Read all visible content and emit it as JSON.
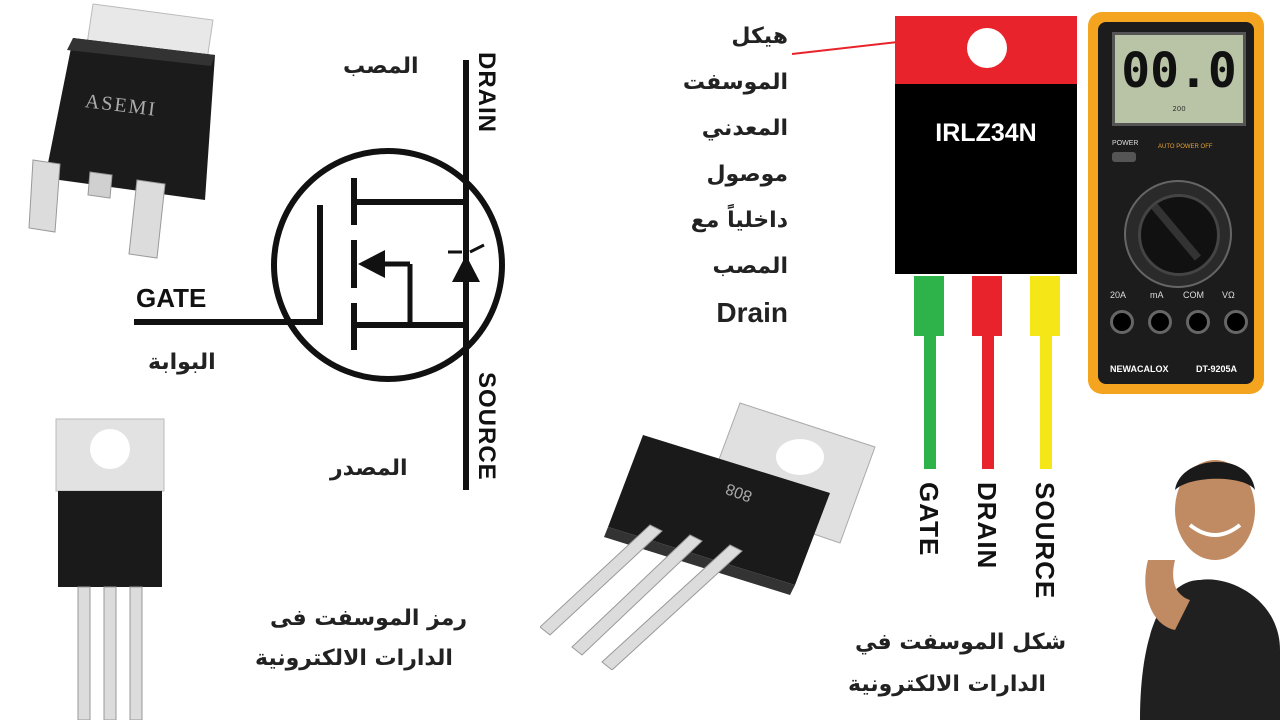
{
  "smd_part": {
    "marking": "ASEMI"
  },
  "symbol": {
    "drain_label": "DRAIN",
    "source_label": "SOURCE",
    "gate_label": "GATE",
    "drain_ar": "المصب",
    "source_ar": "المصدر",
    "gate_ar": "البوابة"
  },
  "caption_symbol": {
    "line1": "رمز الموسفت فى",
    "line2": "الدارات الالكترونية"
  },
  "to220_part": {
    "marking": "808"
  },
  "note_heatsink": {
    "lines": [
      "هيكل",
      "الموسفت",
      "المعدني",
      "موصول",
      "داخلياً مع",
      "المصب",
      "Drain"
    ]
  },
  "irlz": {
    "part_number": "IRLZ34N",
    "pins": [
      {
        "label": "GATE",
        "color": "#2db34a"
      },
      {
        "label": "DRAIN",
        "color": "#e8232b"
      },
      {
        "label": "SOURCE",
        "color": "#f5e618"
      }
    ]
  },
  "caption_shape": {
    "line1": "شكل الموسفت في",
    "line2": "الدارات الالكترونية"
  },
  "multimeter": {
    "display": "00.0",
    "display_sub": "200",
    "power": "POWER",
    "auto_off": "AUTO POWER OFF",
    "ports": [
      "20A",
      "mA",
      "COM",
      "VΩ"
    ],
    "brand": "NEWACALOX",
    "model": "DT-9205A"
  }
}
